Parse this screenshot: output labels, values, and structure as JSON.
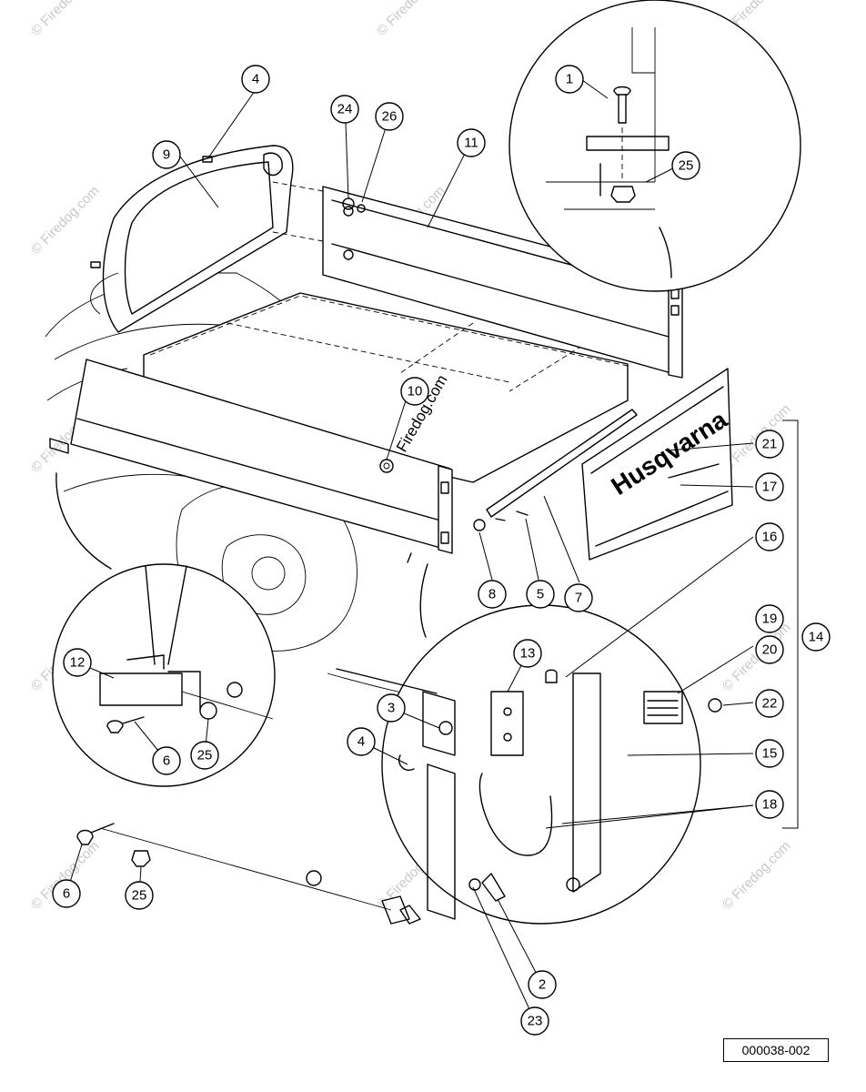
{
  "diagram": {
    "callouts": [
      "1",
      "2",
      "3",
      "4",
      "5",
      "6",
      "7",
      "8",
      "9",
      "10",
      "11",
      "12",
      "13",
      "14",
      "15",
      "16",
      "17",
      "18",
      "19",
      "20",
      "21",
      "22",
      "23",
      "24",
      "25",
      "26"
    ],
    "brand_label": "Husqvarna",
    "center_watermark": "Firedog.com",
    "watermark": "© Firedog.com",
    "reference_number": "000038-002"
  }
}
